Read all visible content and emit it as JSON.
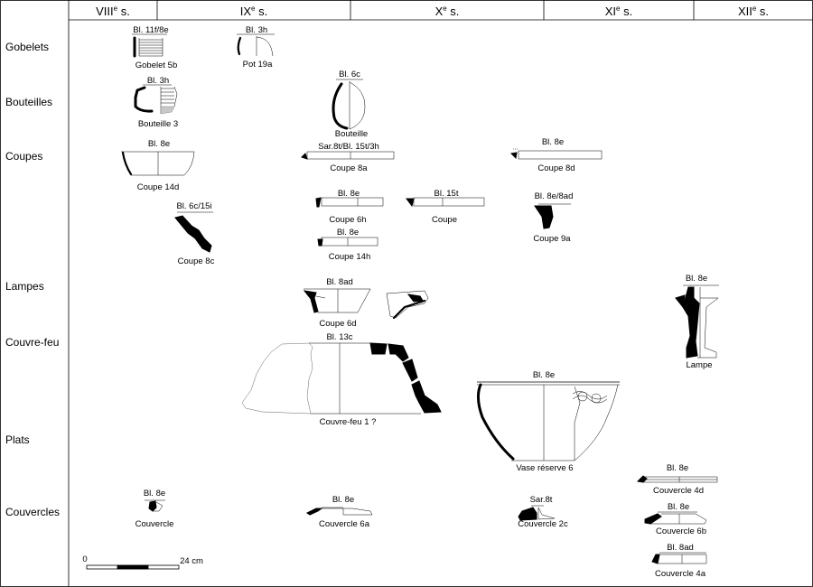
{
  "centuries": [
    {
      "numeral": "VIII",
      "sup": "e",
      "suffix": " s."
    },
    {
      "numeral": "IX",
      "sup": "e",
      "suffix": " s."
    },
    {
      "numeral": "X",
      "sup": "e",
      "suffix": " s."
    },
    {
      "numeral": "XI",
      "sup": "e",
      "suffix": " s."
    },
    {
      "numeral": "XII",
      "sup": "e",
      "suffix": " s."
    }
  ],
  "categories": [
    "Gobelets",
    "Bouteilles",
    "Coupes",
    "Lampes",
    "Couvre-feu",
    "Plats",
    "Couvercles"
  ],
  "vessels": {
    "gobelet_5b": {
      "ref": "Bl. 11f/8e",
      "label": "Gobelet 5b"
    },
    "pot_19a": {
      "ref": "Bl. 3h",
      "label": "Pot 19a"
    },
    "bouteille_3": {
      "ref": "Bl. 3h",
      "label": "Bouteille 3"
    },
    "bouteille": {
      "ref": "Bl. 6c",
      "label": "Bouteille"
    },
    "coupe_14d": {
      "ref": "Bl. 8e",
      "label": "Coupe 14d"
    },
    "coupe_8a": {
      "ref": "Sar.8t/Bl. 15t/3h",
      "label": "Coupe 8a"
    },
    "coupe_8d": {
      "ref": "Bl. 8e",
      "label": "Coupe 8d"
    },
    "coupe_6h": {
      "ref": "Bl. 8e",
      "label": "Coupe 6h"
    },
    "coupe_15t": {
      "ref": "Bl. 15t",
      "label": "Coupe"
    },
    "coupe_9a": {
      "ref": "Bl. 8e/8ad",
      "label": "Coupe 9a"
    },
    "coupe_8c": {
      "ref": "Bl. 6c/15i",
      "label": "Coupe 8c"
    },
    "coupe_14h": {
      "ref": "Bl. 8e",
      "label": "Coupe 14h"
    },
    "coupe_6d": {
      "ref": "Bl. 8ad",
      "label": "Coupe 6d"
    },
    "lampe": {
      "ref": "Bl. 8e",
      "label": "Lampe"
    },
    "couvre_feu": {
      "ref": "Bl. 13c",
      "label": "Couvre-feu 1 ?"
    },
    "vase_reserve": {
      "ref": "Bl. 8e",
      "label": "Vase réserve 6"
    },
    "couvercle": {
      "ref": "Bl. 8e",
      "label": "Couvercle"
    },
    "couvercle_6a": {
      "ref": "Bl. 8e",
      "label": "Couvercle 6a"
    },
    "couvercle_2c": {
      "ref": "Sar.8t",
      "label": "Couvercle 2c"
    },
    "couvercle_4d": {
      "ref": "Bl. 8e",
      "label": "Couvercle 4d"
    },
    "couvercle_6b": {
      "ref": "Bl. 8e",
      "label": "Couvercle 6b"
    },
    "couvercle_4a": {
      "ref": "Bl. 8ad",
      "label": "Couvercle 4a"
    }
  },
  "scale": {
    "start": "0",
    "end": "24 cm"
  }
}
